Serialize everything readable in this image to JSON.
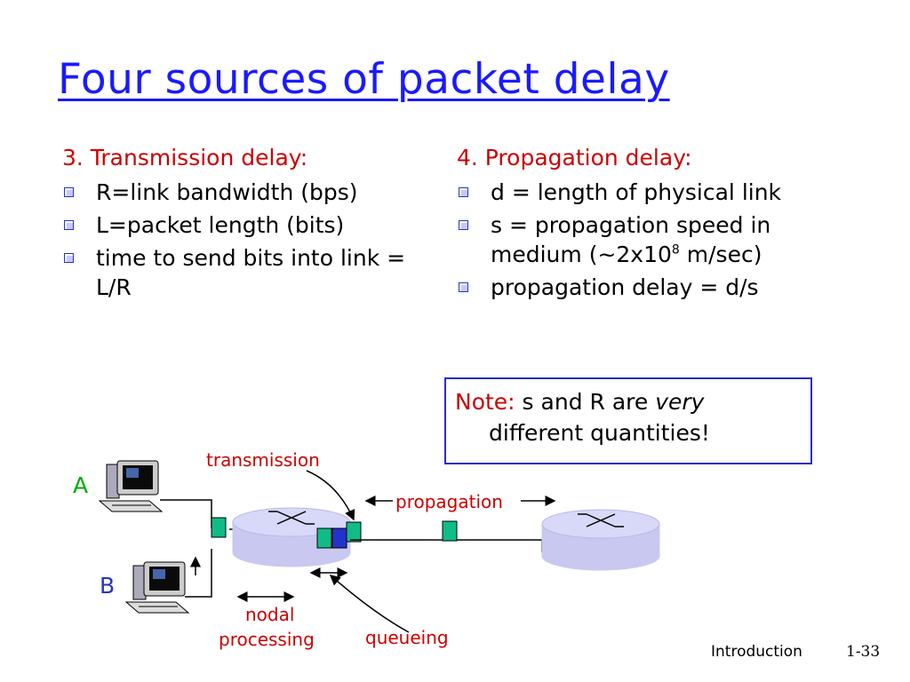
{
  "title": "Four sources of packet delay",
  "left": {
    "heading": "3. Transmission delay:",
    "bullets": [
      "R=link bandwidth (bps)",
      "L=packet length (bits)",
      "time to send bits into link = L/R"
    ]
  },
  "right": {
    "heading": "4. Propagation delay:",
    "bullets": [
      "d = length of physical link",
      "propagation delay = d/s"
    ],
    "speed_bullet": {
      "text_before": "s = propagation speed in medium (~2x10",
      "exponent": "8",
      "text_after": " m/sec)"
    }
  },
  "note": {
    "label": "Note:",
    "text_1": " s and R are ",
    "emphasis": "very",
    "text_2": "different quantities!"
  },
  "diagram": {
    "host_a": "A",
    "host_b": "B",
    "labels": {
      "transmission": "transmission",
      "propagation": "propagation",
      "nodal_line1": "nodal",
      "nodal_line2": "processing",
      "queueing": "queueing"
    },
    "colors": {
      "packet": "#11bb88",
      "queued_packet": "#2233cc",
      "router_fill": "#c8c8f0",
      "label_red": "#cc0000"
    }
  },
  "footer": {
    "section": "Introduction",
    "page": "1-33"
  }
}
